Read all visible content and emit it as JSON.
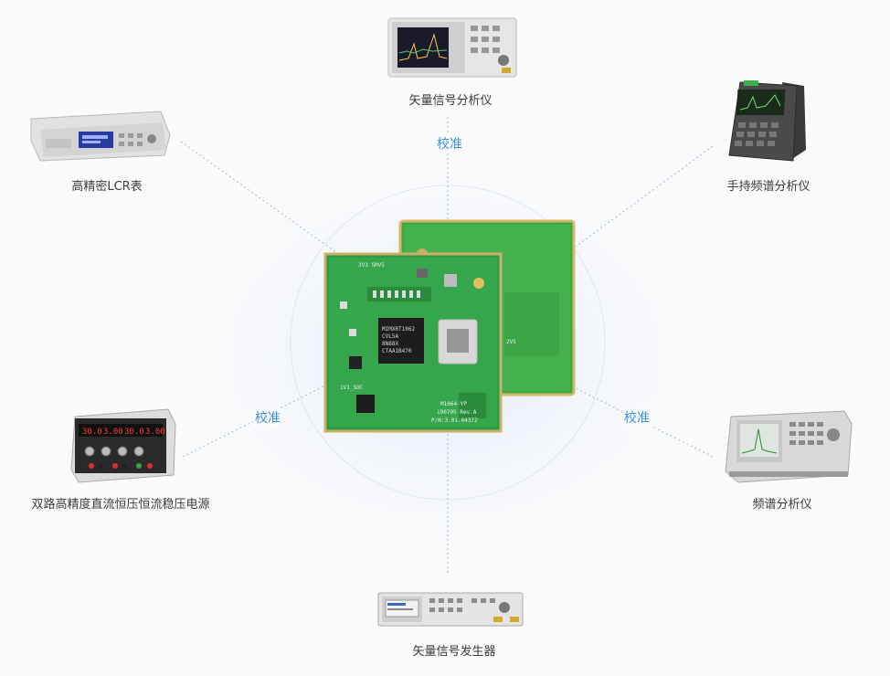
{
  "center": {
    "chip_main_text": "MIMXRT1062\nCVL5A\n8N88X\nCTAA1B470",
    "board_top_text": "3V3 5MV5",
    "board_model": "M1064-YP",
    "board_date": "190705 Rev.A",
    "board_pn": "P/N:3.01.04372",
    "label_2v5": "2V5",
    "label_1v1": "1V1_SOC"
  },
  "calibration_labels": {
    "top": "校准",
    "left": "校准",
    "right": "校准"
  },
  "instruments": {
    "top": {
      "label": "矢量信号分析仪",
      "icon": "vector-signal-analyzer-icon"
    },
    "top_left": {
      "label": "高精密LCR表",
      "icon": "lcr-meter-icon"
    },
    "top_right": {
      "label": "手持频谱分析仪",
      "icon": "handheld-spectrum-analyzer-icon"
    },
    "bottom_left": {
      "label": "双路高精度直流恒压恒流稳压电源",
      "icon": "dc-power-supply-icon",
      "display_values": [
        "30.0",
        "3.00",
        "30.0",
        "3.00"
      ]
    },
    "bottom_right": {
      "label": "频谱分析仪",
      "icon": "spectrum-analyzer-icon"
    },
    "bottom": {
      "label": "矢量信号发生器",
      "icon": "vector-signal-generator-icon"
    }
  },
  "colors": {
    "accent": "#3b8fe0",
    "dashed_line": "#a9c8ec",
    "pcb_green": "#2fa24a",
    "background": "#fbfbfc"
  }
}
